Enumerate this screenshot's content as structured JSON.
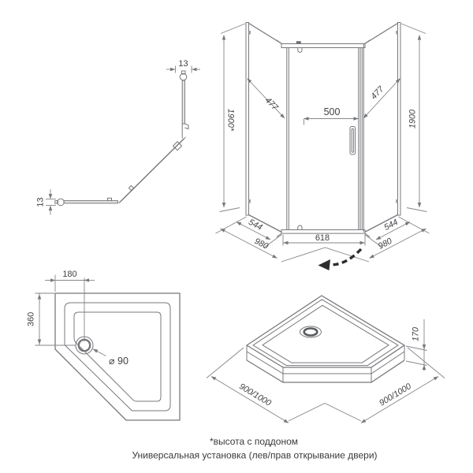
{
  "profile_view": {
    "top_width": "13",
    "bottom_width": "13"
  },
  "front_view": {
    "height_left": "1900*",
    "height_right": "1900",
    "left_panel": "477",
    "door": "500",
    "right_panel": "477",
    "bottom_width": "618",
    "side_glass_left": "544",
    "side_total_left": "980",
    "side_glass_right": "544",
    "side_total_right": "980"
  },
  "tray_top_view": {
    "drain_offset_x": "180",
    "drain_offset_y": "360",
    "drain_diameter": "⌀ 90"
  },
  "tray_iso_view": {
    "height": "170",
    "side_left": "900/1000",
    "side_right": "900/1000"
  },
  "captions": {
    "footnote": "*высота с поддоном",
    "installation": "Универсальная установка (лев/прав открывание двери)"
  },
  "colors": {
    "line": "#77787c",
    "dimension": "#85868a",
    "text": "#414145",
    "door_swing_arrow": "#2d2d2f"
  }
}
